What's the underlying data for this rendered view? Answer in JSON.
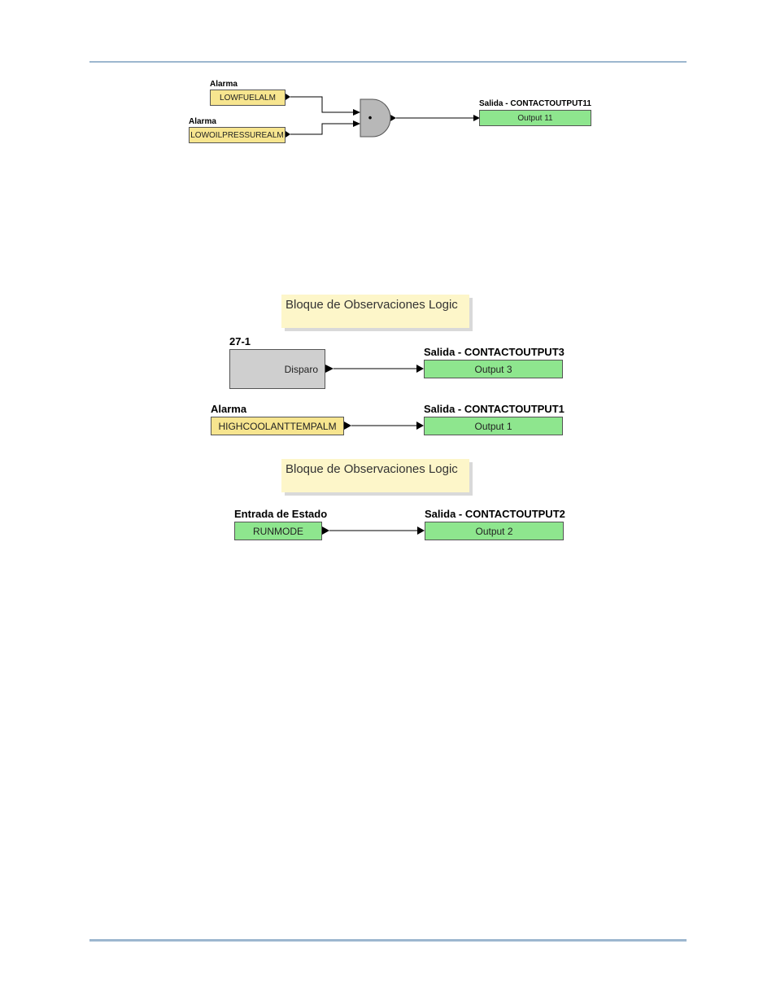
{
  "diagram1": {
    "input1": {
      "label": "Alarma",
      "value": "LOWFUELALM"
    },
    "input2": {
      "label": "Alarma",
      "value": "LOWOILPRESSUREALM"
    },
    "gate_symbol": "•",
    "output": {
      "label": "Salida - CONTACTOUTPUT11",
      "value": "Output 11"
    }
  },
  "diagram2": {
    "note1": "Bloque de Observaciones Logic",
    "block27": {
      "label": "27-1",
      "port": "Disparo"
    },
    "output3": {
      "label": "Salida - CONTACTOUTPUT3",
      "value": "Output 3"
    },
    "alarm": {
      "label": "Alarma",
      "value": "HIGHCOOLANTTEMPALM"
    },
    "output1": {
      "label": "Salida - CONTACTOUTPUT1",
      "value": "Output 1"
    },
    "note2": "Bloque de Observaciones Logic",
    "status": {
      "label": "Entrada de Estado",
      "value": "RUNMODE"
    },
    "output2": {
      "label": "Salida - CONTACTOUTPUT2",
      "value": "Output 2"
    }
  },
  "colors": {
    "input_fill": "#f7e58f",
    "output_fill": "#8ee68e",
    "block_fill": "#cfcfcf",
    "note_fill": "#fdf6c9",
    "rule": "#9db7cf"
  }
}
